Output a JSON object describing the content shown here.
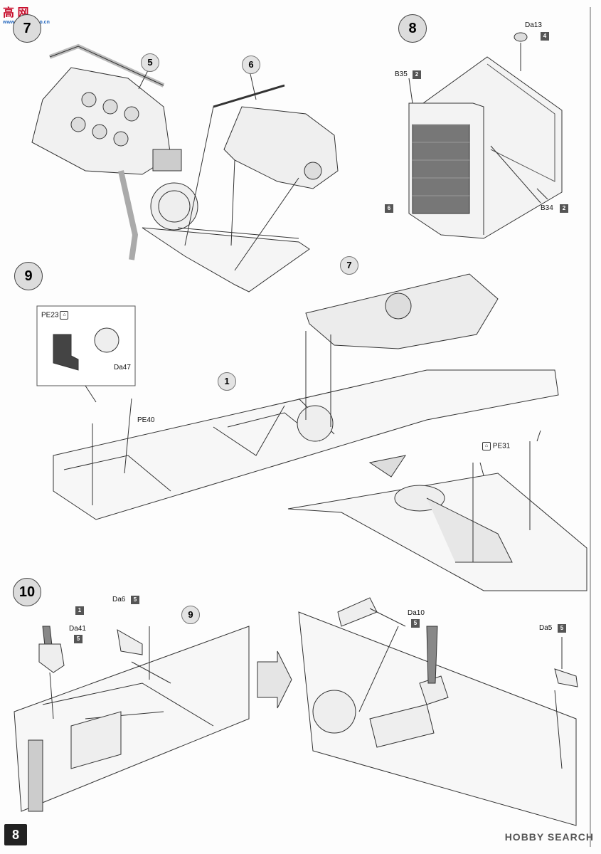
{
  "watermark": {
    "text": "高 网",
    "sub": "www.hobbyshop.cn"
  },
  "page_number": "8",
  "footer_watermark": "HOBBY SEARCH",
  "steps": [
    {
      "id": "step7",
      "number": "7"
    },
    {
      "id": "step8",
      "number": "8"
    },
    {
      "id": "step9",
      "number": "9"
    },
    {
      "id": "step10",
      "number": "10"
    }
  ],
  "subassemblies": {
    "s5": "5",
    "s6": "6",
    "s7": "7",
    "s1": "1",
    "s9": "9"
  },
  "parts": {
    "da13": {
      "label": "Da13",
      "sprue": "4"
    },
    "b35": {
      "label": "B35",
      "sprue": "2"
    },
    "b34": {
      "label": "B34",
      "sprue": "2"
    },
    "grille": {
      "sprue": "6"
    },
    "pe23": {
      "label": "PE23"
    },
    "da47": {
      "label": "Da47"
    },
    "pe40": {
      "label": "PE40"
    },
    "pe31": {
      "label": "PE31"
    },
    "lever": {
      "sprue": "1"
    },
    "da41": {
      "label": "Da41",
      "sprue": "5"
    },
    "da6": {
      "label": "Da6",
      "sprue": "5"
    },
    "da10": {
      "label": "Da10",
      "sprue": "5"
    },
    "da5": {
      "label": "Da5",
      "sprue": "5"
    }
  }
}
